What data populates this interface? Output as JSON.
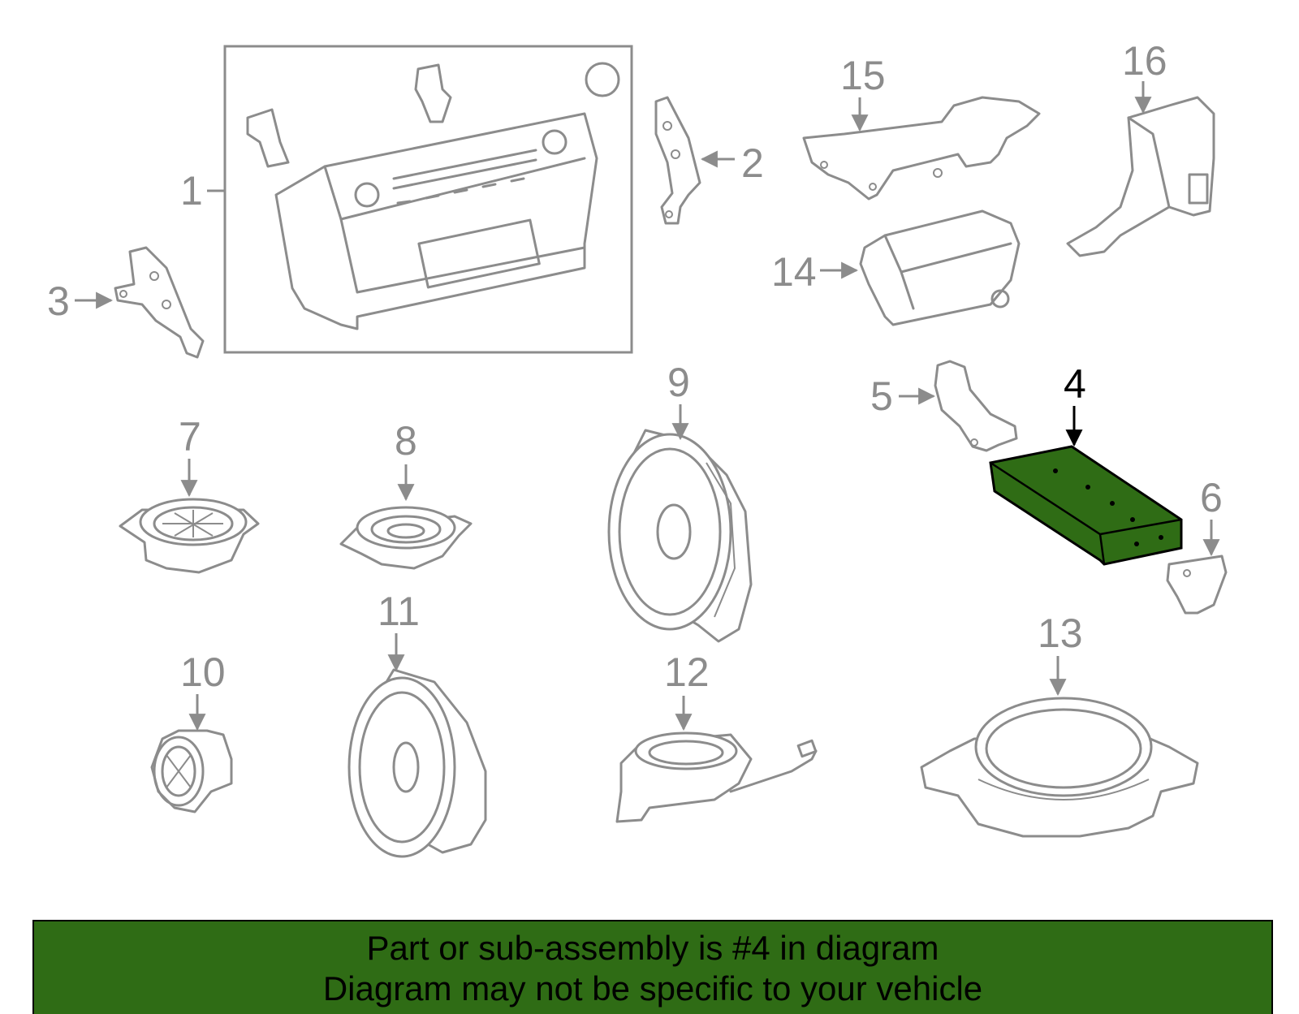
{
  "colors": {
    "highlight": "#2f6c15",
    "banner": "#2f6c15",
    "line": "#8c8c8c"
  },
  "callouts": [
    "1",
    "2",
    "3",
    "4",
    "5",
    "6",
    "7",
    "8",
    "9",
    "10",
    "11",
    "12",
    "13",
    "14",
    "15",
    "16"
  ],
  "highlighted_part": "4",
  "banner": {
    "line1": "Part or sub-assembly is #4 in diagram",
    "line2": "Diagram may not be specific to your vehicle"
  }
}
